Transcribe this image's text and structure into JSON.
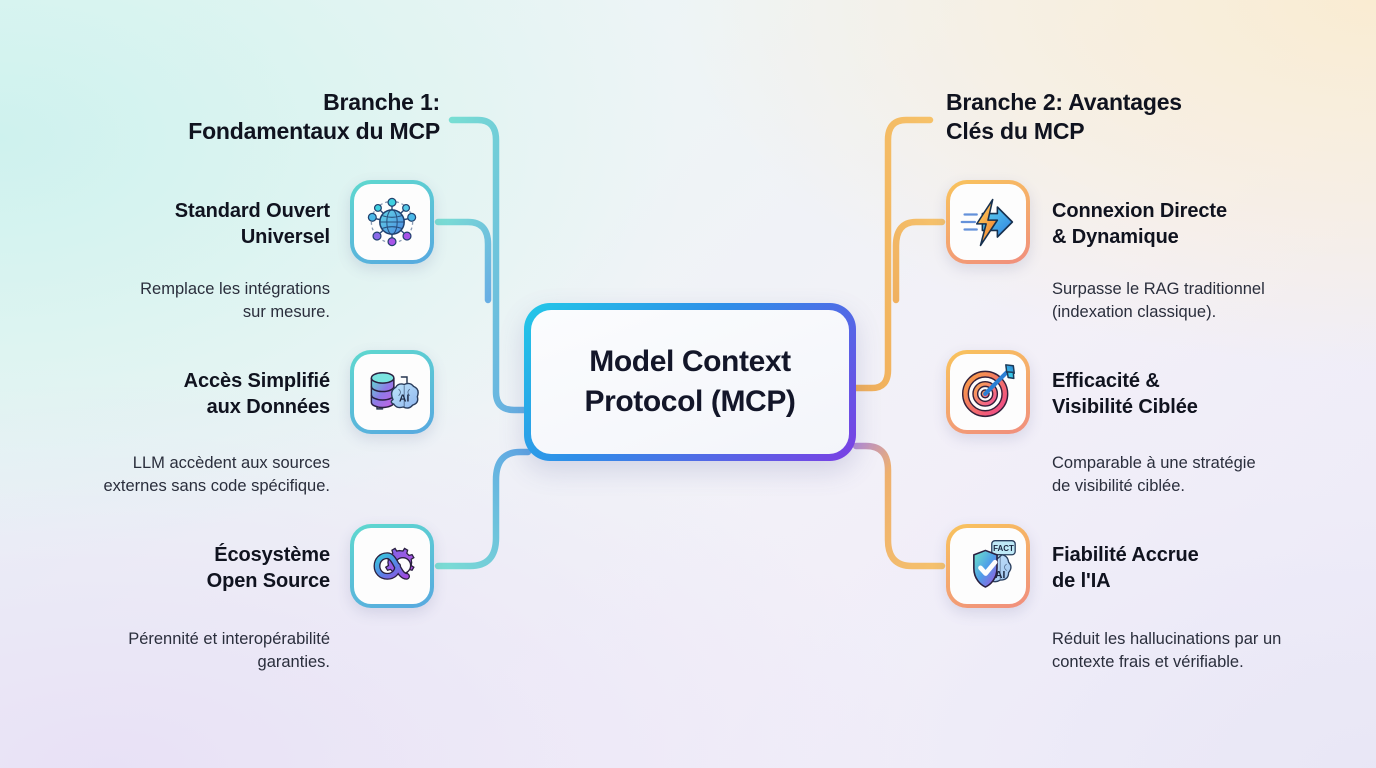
{
  "center": {
    "line1": "Model Context",
    "line2": "Protocol (MCP)"
  },
  "branches": [
    {
      "id": "branche-1",
      "header_line1": "Branche 1:",
      "header_line2": "Fondamentaux du MCP",
      "accent": "#57a8e0",
      "items": [
        {
          "icon": "globe-network-icon",
          "title_line1": "Standard Ouvert",
          "title_line2": "Universel",
          "desc_line1": "Remplace les intégrations",
          "desc_line2": "sur mesure."
        },
        {
          "icon": "database-ai-brain-icon",
          "title_line1": "Accès Simplifié",
          "title_line2": "aux Données",
          "desc_line1": "LLM accèdent aux sources",
          "desc_line2": "externes sans code spécifique."
        },
        {
          "icon": "infinity-gear-icon",
          "title_line1": "Écosystème",
          "title_line2": "Open Source",
          "desc_line1": "Pérennité et interopérabilité",
          "desc_line2": "garanties."
        }
      ]
    },
    {
      "id": "branche-2",
      "header_line1": "Branche 2: Avantages",
      "header_line2": "Clés du MCP",
      "accent": "#f0a94e",
      "items": [
        {
          "icon": "lightning-arrow-icon",
          "title_line1": "Connexion Directe",
          "title_line2": "& Dynamique",
          "desc_line1": "Surpasse le RAG traditionnel",
          "desc_line2": "(indexation classique)."
        },
        {
          "icon": "target-dart-icon",
          "title_line1": "Efficacité &",
          "title_line2": "Visibilité Ciblée",
          "desc_line1": "Comparable à une stratégie",
          "desc_line2": "de visibilité ciblée."
        },
        {
          "icon": "shield-check-ai-fact-icon",
          "title_line1": "Fiabilité Accrue",
          "title_line2": "de l'IA",
          "desc_line1": "Réduit les hallucinations par un",
          "desc_line2": "contexte frais et vérifiable."
        }
      ]
    }
  ]
}
